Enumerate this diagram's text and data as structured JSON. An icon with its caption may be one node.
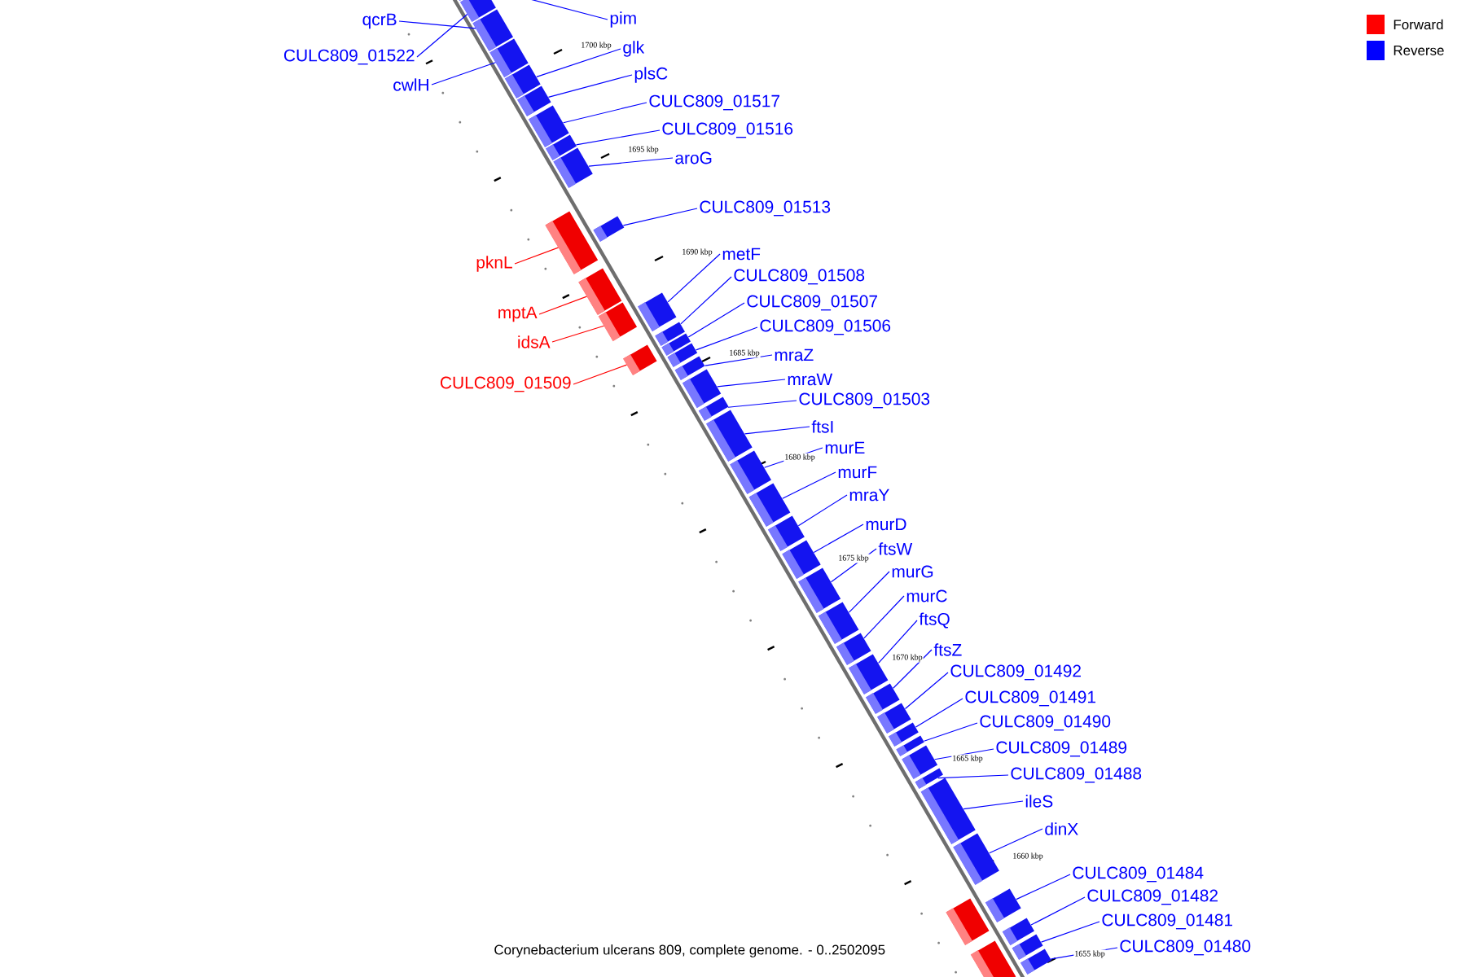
{
  "diagram": {
    "caption": "Corynebacterium ulcerans 809, complete genome. - 0..2502095",
    "nodes": [
      {
        "text": [
          "pim"
        ]
      },
      {
        "text": [
          "qcrB"
        ]
      },
      {
        "text": [
          "glk"
        ]
      },
      {
        "text": [
          "CULC809_01522"
        ]
      },
      {
        "text": [
          "plsC"
        ]
      },
      {
        "text": [
          "cwlH"
        ]
      },
      {
        "text": [
          "CULC809_01517"
        ]
      },
      {
        "text": [
          "CULC809_01516"
        ]
      },
      {
        "text": [
          "aroG"
        ]
      },
      {
        "text": [
          "CULC809_01513"
        ]
      },
      {
        "text": [
          "metF"
        ]
      },
      {
        "text": [
          "pknL"
        ]
      },
      {
        "text": [
          "CULC809_01508"
        ]
      },
      {
        "text": [
          "CULC809_01507"
        ]
      },
      {
        "text": [
          "mptA"
        ]
      },
      {
        "text": [
          "CULC809_01506"
        ]
      },
      {
        "text": [
          "idsA"
        ]
      },
      {
        "text": [
          "mraZ"
        ]
      },
      {
        "text": [
          "mraW"
        ]
      },
      {
        "text": [
          "CULC809_01509"
        ]
      },
      {
        "text": [
          "CULC809_01503"
        ]
      },
      {
        "text": [
          "ftsI"
        ]
      },
      {
        "text": [
          "murE"
        ]
      },
      {
        "text": [
          "murF"
        ]
      },
      {
        "text": [
          "mraY"
        ]
      },
      {
        "text": [
          "murD"
        ]
      },
      {
        "text": [
          "ftsW"
        ]
      },
      {
        "text": [
          "murG"
        ]
      },
      {
        "text": [
          "murC"
        ]
      },
      {
        "text": [
          "ftsQ"
        ]
      },
      {
        "text": [
          "ftsZ"
        ]
      },
      {
        "text": [
          "CULC809_01492"
        ]
      },
      {
        "text": [
          "CULC809_01491"
        ]
      },
      {
        "text": [
          "CULC809_01490"
        ]
      },
      {
        "text": [
          "CULC809_01489"
        ]
      },
      {
        "text": [
          "CULC809_01488"
        ]
      },
      {
        "text": [
          "ileS"
        ]
      },
      {
        "text": [
          "dinX"
        ]
      },
      {
        "text": [
          "CULC809_01484"
        ]
      },
      {
        "text": [
          "CULC809_01482"
        ]
      },
      {
        "text": [
          "CULC809_01481"
        ]
      },
      {
        "text": [
          "CULC809_01480"
        ]
      },
      {
        "text": [],
        "shape": "box"
      },
      {
        "text": [],
        "shape": "box"
      },
      {
        "text": [],
        "shape": "box"
      },
      {
        "text": [],
        "shape": "box"
      },
      {
        "text": [],
        "shape": "box"
      },
      {
        "text": [],
        "shape": "box"
      },
      {
        "text": [],
        "shape": "box"
      },
      {
        "text": [],
        "shape": "box"
      },
      {
        "text": [],
        "shape": "box"
      },
      {
        "text": [],
        "shape": "box"
      },
      {
        "text": [],
        "shape": "box"
      },
      {
        "text": [],
        "shape": "box"
      },
      {
        "text": [],
        "shape": "box"
      },
      {
        "text": [],
        "shape": "box"
      },
      {
        "text": [],
        "shape": "box"
      },
      {
        "text": [],
        "shape": "box"
      },
      {
        "text": [],
        "shape": "box"
      },
      {
        "text": [],
        "shape": "box"
      },
      {
        "text": [],
        "shape": "box"
      },
      {
        "text": [],
        "shape": "box"
      },
      {
        "text": [],
        "shape": "box"
      },
      {
        "text": [],
        "shape": "box"
      },
      {
        "text": [],
        "shape": "box"
      },
      {
        "text": [],
        "shape": "box"
      },
      {
        "text": [],
        "shape": "box"
      },
      {
        "text": [],
        "shape": "box"
      },
      {
        "text": [],
        "shape": "box"
      },
      {
        "text": [],
        "shape": "box"
      },
      {
        "text": [],
        "shape": "box"
      },
      {
        "text": [],
        "shape": "box"
      },
      {
        "text": [],
        "shape": "box"
      },
      {
        "text": [],
        "shape": "box"
      },
      {
        "text": [],
        "shape": "box"
      },
      {
        "text": [],
        "shape": "box"
      },
      {
        "text": [],
        "shape": "box"
      },
      {
        "text": [],
        "shape": "box"
      },
      {
        "text": [],
        "shape": "box"
      },
      {
        "text": [],
        "shape": "box"
      },
      {
        "text": [],
        "shape": "box"
      },
      {
        "text": [],
        "shape": "box"
      },
      {
        "text": [],
        "shape": "box"
      },
      {
        "text": [],
        "shape": "box"
      },
      {
        "text": [],
        "shape": "box"
      },
      {
        "text": [],
        "shape": "box"
      }
    ],
    "edges": [
      {
        "from": 0,
        "to": 42,
        "arrow": "none"
      },
      {
        "from": 1,
        "to": 43,
        "arrow": "none"
      },
      {
        "from": 2,
        "to": 44,
        "arrow": "none"
      },
      {
        "from": 3,
        "to": 45,
        "arrow": "none"
      },
      {
        "from": 4,
        "to": 46,
        "arrow": "none"
      },
      {
        "from": 5,
        "to": 47,
        "arrow": "none"
      },
      {
        "from": 6,
        "to": 48,
        "arrow": "none"
      },
      {
        "from": 7,
        "to": 49,
        "arrow": "none"
      },
      {
        "from": 8,
        "to": 50,
        "arrow": "none"
      },
      {
        "from": 9,
        "to": 51,
        "arrow": "none"
      },
      {
        "from": 10,
        "to": 52,
        "arrow": "none"
      },
      {
        "from": 11,
        "to": 53,
        "arrow": "none",
        "color": "#ff0000"
      },
      {
        "from": 12,
        "to": 54,
        "arrow": "none"
      },
      {
        "from": 13,
        "to": 55,
        "arrow": "none"
      },
      {
        "from": 14,
        "to": 56,
        "arrow": "none",
        "color": "#ff0000"
      },
      {
        "from": 15,
        "to": 57,
        "arrow": "none"
      },
      {
        "from": 16,
        "to": 58,
        "arrow": "none",
        "color": "#ff0000"
      },
      {
        "from": 17,
        "to": 59,
        "arrow": "none"
      },
      {
        "from": 18,
        "to": 60,
        "arrow": "none"
      },
      {
        "from": 19,
        "to": 61,
        "arrow": "none",
        "color": "#ff0000"
      },
      {
        "from": 20,
        "to": 62,
        "arrow": "none"
      },
      {
        "from": 21,
        "to": 63,
        "arrow": "none"
      },
      {
        "from": 22,
        "to": 64,
        "arrow": "none"
      },
      {
        "from": 23,
        "to": 65,
        "arrow": "none"
      },
      {
        "from": 24,
        "to": 66,
        "arrow": "none"
      },
      {
        "from": 25,
        "to": 67,
        "arrow": "none"
      },
      {
        "from": 26,
        "to": 68,
        "arrow": "none"
      },
      {
        "from": 27,
        "to": 69,
        "arrow": "none"
      },
      {
        "from": 28,
        "to": 70,
        "arrow": "none"
      },
      {
        "from": 29,
        "to": 71,
        "arrow": "none"
      },
      {
        "from": 30,
        "to": 72,
        "arrow": "none"
      },
      {
        "from": 31,
        "to": 73,
        "arrow": "none"
      },
      {
        "from": 32,
        "to": 74,
        "arrow": "none"
      },
      {
        "from": 33,
        "to": 75,
        "arrow": "none"
      },
      {
        "from": 34,
        "to": 76,
        "arrow": "none"
      },
      {
        "from": 35,
        "to": 77,
        "arrow": "none"
      },
      {
        "from": 36,
        "to": 78,
        "arrow": "none"
      },
      {
        "from": 37,
        "to": 79,
        "arrow": "none"
      },
      {
        "from": 38,
        "to": 80,
        "arrow": "none"
      },
      {
        "from": 39,
        "to": 81,
        "arrow": "none"
      },
      {
        "from": 40,
        "to": 82,
        "arrow": "none"
      },
      {
        "from": 41,
        "to": 83,
        "arrow": "none"
      }
    ],
    "labels": [
      "1700 kbp",
      "1695 kbp",
      "1690 kbp",
      "1685 kbp",
      "1680 kbp",
      "1675 kbp",
      "1670 kbp",
      "1665 kbp",
      "1660 kbp",
      "1655 kbp"
    ],
    "legend": [
      {
        "text": "Forward",
        "color": "#ff0000"
      },
      {
        "text": "Reverse",
        "color": "#0000ff"
      }
    ]
  }
}
